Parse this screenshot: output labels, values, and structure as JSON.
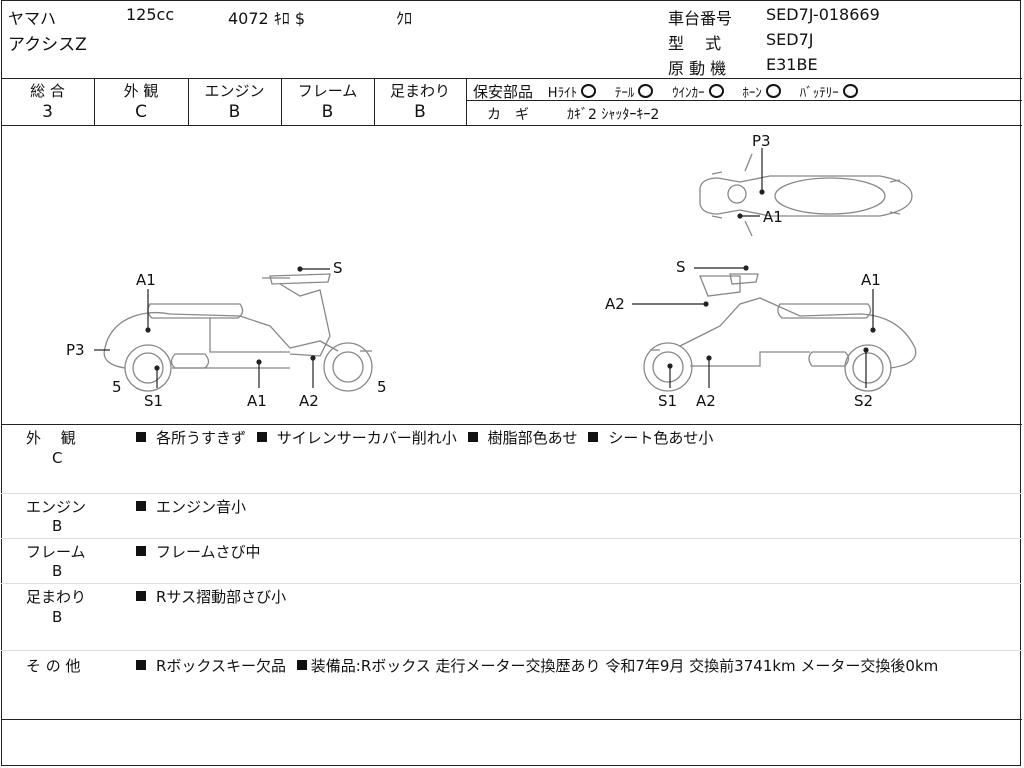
{
  "header": {
    "maker": "ヤマハ",
    "displacement": "125cc",
    "mileage": "4072 ｷﾛ $",
    "color": "ｸﾛ",
    "model_name": "アクシスZ",
    "frame_no_label": "車台番号",
    "frame_no": "SED7J-018669",
    "type_label": "型　 式",
    "type_value": "SED7J",
    "engine_label": "原 動 機",
    "engine_value": "E31BE"
  },
  "grades": [
    {
      "label": "総 合",
      "value": "3"
    },
    {
      "label": "外 観",
      "value": "C"
    },
    {
      "label": "エンジン",
      "value": "B"
    },
    {
      "label": "フレーム",
      "value": "B"
    },
    {
      "label": "足まわり",
      "value": "B"
    }
  ],
  "safety": {
    "label": "保安部品",
    "items": [
      "Hﾗｲﾄ",
      "ﾃｰﾙ",
      "ｳｲﾝｶｰ",
      "ﾎｰﾝ",
      "ﾊﾞｯﾃﾘｰ"
    ],
    "key_label": "カ　ギ",
    "key_value": "ｶｷﾞ2 ｼｬｯﾀｰｷｰ2"
  },
  "diagram": {
    "left": {
      "labels": [
        {
          "text": "A1"
        },
        {
          "text": "S"
        },
        {
          "text": "P3"
        },
        {
          "text": "5"
        },
        {
          "text": "S1"
        },
        {
          "text": "A1"
        },
        {
          "text": "A2"
        },
        {
          "text": "5"
        }
      ]
    },
    "right": {
      "labels": [
        {
          "text": "S"
        },
        {
          "text": "A1"
        },
        {
          "text": "A2"
        },
        {
          "text": "S1"
        },
        {
          "text": "A2"
        },
        {
          "text": "S2"
        }
      ]
    },
    "top": {
      "labels": [
        {
          "text": "P3"
        },
        {
          "text": "A1"
        }
      ]
    }
  },
  "remarks": [
    {
      "label": "外　 観",
      "grade": "C",
      "items": [
        "各所うすきず",
        "サイレンサーカバー削れ小",
        "樹脂部色あせ",
        "シート色あせ小"
      ]
    },
    {
      "label": "エンジン",
      "grade": "B",
      "items": [
        "エンジン音小"
      ]
    },
    {
      "label": "フレーム",
      "grade": "B",
      "items": [
        "フレームさび中"
      ]
    },
    {
      "label": "足まわり",
      "grade": "B",
      "items": [
        "Rサス摺動部さび小"
      ]
    },
    {
      "label": "そ の 他",
      "grade": "",
      "items": [
        "Rボックスキー欠品",
        "装備品:Rボックス 走行メーター交換歴あり 令和7年9月 交換前3741km メーター交換後0km"
      ]
    }
  ]
}
